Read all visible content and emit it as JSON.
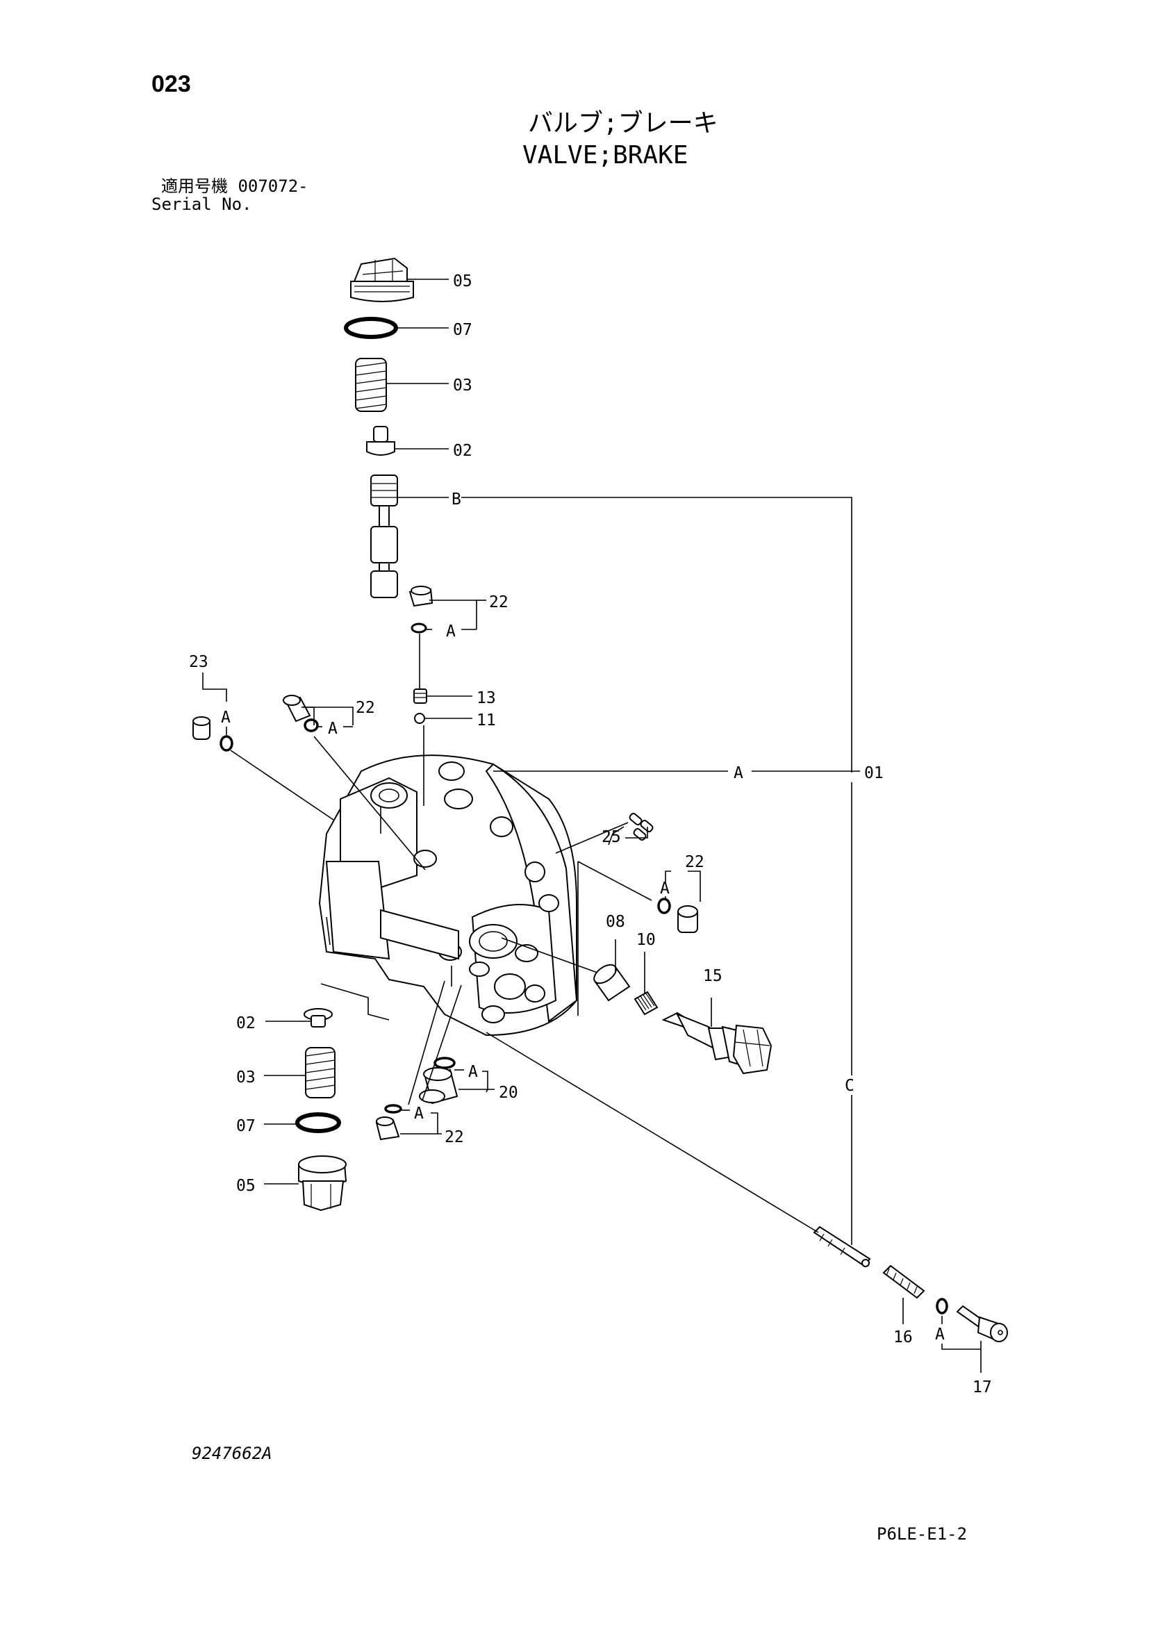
{
  "header": {
    "page_number": "023",
    "title_jp": "バルブ;ブレーキ",
    "title_en": "VALVE;BRAKE",
    "serial_label_jp": "適用号機  007072-",
    "serial_label_en": "Serial No."
  },
  "callouts": {
    "p05_top": "05",
    "p07_top": "07",
    "p03_top": "03",
    "p02_top": "02",
    "ref_b": "B",
    "p22_a": "22",
    "ref_a_1": "A",
    "p13": "13",
    "p11": "11",
    "p23": "23",
    "ref_a_2": "A",
    "p22_b": "22",
    "ref_a_3": "A",
    "ref_a_main": "A",
    "p01": "01",
    "p25": "25",
    "p22_c": "22",
    "ref_a_4": "A",
    "p08": "08",
    "p10": "10",
    "p15": "15",
    "p02_bot": "02",
    "p03_bot": "03",
    "p07_bot": "07",
    "p05_bot": "05",
    "ref_a_5": "A",
    "p20": "20",
    "ref_a_6": "A",
    "p22_d": "22",
    "ref_c": "C",
    "p16": "16",
    "ref_a_7": "A",
    "p17": "17"
  },
  "footer": {
    "drawing_number": "9247662A",
    "sheet_code": "P6LE-E1-2"
  }
}
